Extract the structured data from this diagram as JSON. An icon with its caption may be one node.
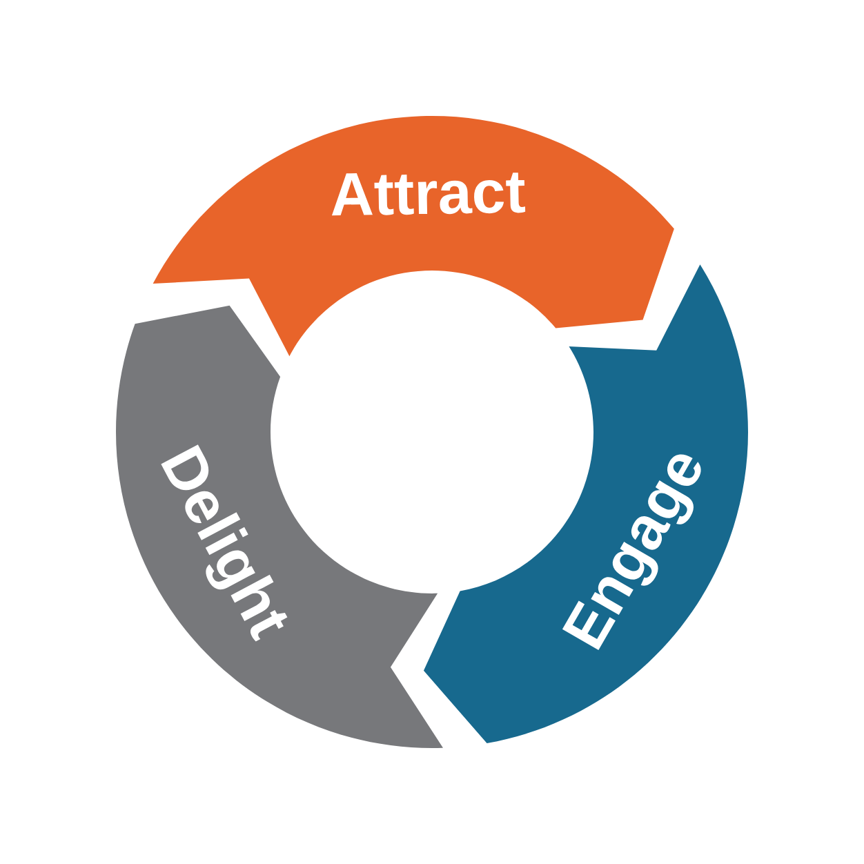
{
  "diagram": {
    "nodes": [
      {
        "text": [
          "Attract"
        ]
      },
      {
        "text": [
          "Engage"
        ]
      },
      {
        "text": [
          "Delight"
        ]
      }
    ]
  }
}
